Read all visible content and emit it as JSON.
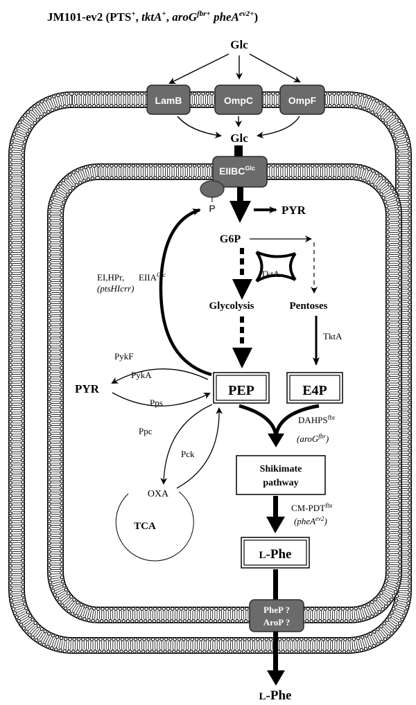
{
  "title": {
    "main": "JM101-ev2 (PTS",
    "pts_sup": "+",
    "sep1": ", ",
    "tkta": "tktA",
    "tkta_sup": "+",
    "sep2": ", ",
    "arog": "aroG",
    "arog_sup": "fbr+",
    "phea": " pheA",
    "phea_sup": "ev2+",
    "close": ")"
  },
  "nodes": {
    "glc_outside": "Glc",
    "glc_periplasm": "Glc",
    "pyr_pts": "PYR",
    "g6p": "G6P",
    "glycolysis": "Glycolysis",
    "pentoses": "Pentoses",
    "pep": "PEP",
    "e4p": "E4P",
    "pyr_left": "PYR",
    "oxa": "OXA",
    "tca": "TCA",
    "shikimate_line1": "Shikimate",
    "shikimate_line2": "pathway",
    "lphe_inside_prefix": "L",
    "lphe_inside_suffix": "-Phe",
    "lphe_outside_prefix": "L",
    "lphe_outside_suffix": "-Phe",
    "phosphate": "P"
  },
  "proteins": {
    "lamb": "LamB",
    "ompc": "OmpC",
    "ompf": "OmpF",
    "eiibc": "EIIBC",
    "eiibc_sup": "Glc",
    "phep": "PheP ?",
    "arop": "AroP ?"
  },
  "enzymes": {
    "ei_hpr": "EI,HPr,",
    "eiia": "EIIA",
    "eiia_sup": "Glc",
    "ptshicrr": "(ptsHIcrr)",
    "tkta_1": "TktA",
    "tkta_2": "TktA",
    "pykf": "PykF",
    "pyka": "PykA",
    "pps": "Pps",
    "ppc": "Ppc",
    "pck": "Pck",
    "dahps": "DAHPS",
    "dahps_sup": "fbr",
    "arog_gene": "(aroG",
    "arog_gene_sup": "fbr",
    "arog_gene_close": ")",
    "cmpdt": "CM-PDT",
    "cmpdt_sup": "fbr",
    "phea_gene": "(pheA",
    "phea_gene_sup": "ev2",
    "phea_gene_close": ")"
  },
  "colors": {
    "protein_fill": "#6b6b6b",
    "protein_stroke": "#2a2a2a",
    "protein_text": "#ffffff",
    "ink": "#000000",
    "membrane_fill": "#ffffff"
  }
}
